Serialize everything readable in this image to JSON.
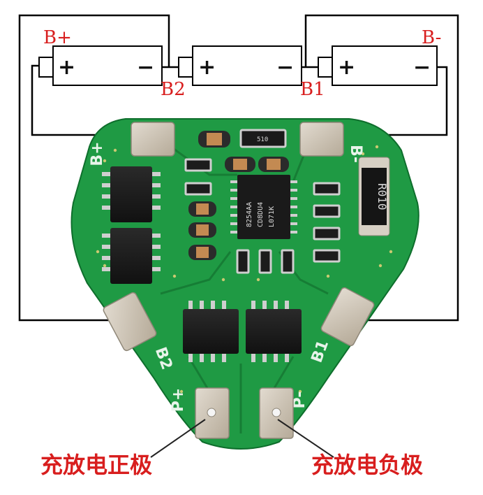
{
  "batteries": [
    {
      "id": "cell-left",
      "plus": "+",
      "minus": "−"
    },
    {
      "id": "cell-middle",
      "plus": "+",
      "minus": "−"
    },
    {
      "id": "cell-right",
      "plus": "+",
      "minus": "−"
    }
  ],
  "wire_labels": {
    "b_plus": "B+",
    "b_minus": "B-",
    "b2": "B2",
    "b1": "B1"
  },
  "silkscreen": {
    "b_plus": "B+",
    "b_minus": "B-",
    "b2": "B2",
    "b1": "B1",
    "p_plus": "P+",
    "p_minus": "P-"
  },
  "chips": {
    "resistor": "R010",
    "ic_line1": "8254AA",
    "ic_line2": "CD8DU4",
    "ic_line3": "L071K",
    "small_res": "510"
  },
  "callouts": {
    "positive": "充放电正极",
    "negative": "充放电负极"
  },
  "colors": {
    "pcb": "#1f9a44",
    "label_red": "#d81e1e",
    "pad": "#cfc6b8"
  }
}
